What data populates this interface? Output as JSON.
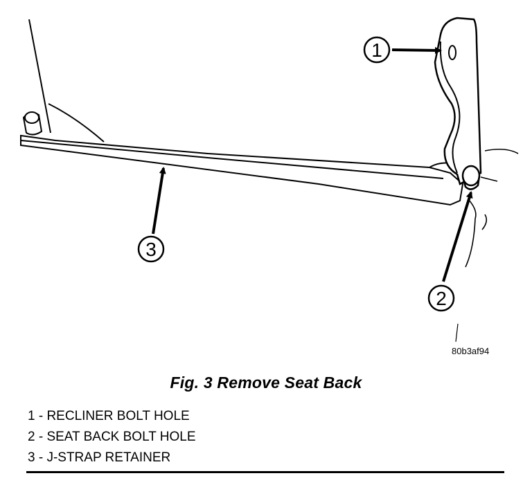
{
  "figure": {
    "drawing_id": "80b3af94",
    "caption": "Fig. 3 Remove Seat Back"
  },
  "callouts": [
    {
      "number": "1",
      "label": "RECLINER BOLT HOLE"
    },
    {
      "number": "2",
      "label": "SEAT BACK BOLT HOLE"
    },
    {
      "number": "3",
      "label": "J-STRAP RETAINER"
    }
  ],
  "legend": [
    {
      "text": "1 - RECLINER BOLT HOLE"
    },
    {
      "text": "2 - SEAT BACK BOLT HOLE"
    },
    {
      "text": "3 - J-STRAP RETAINER"
    }
  ]
}
